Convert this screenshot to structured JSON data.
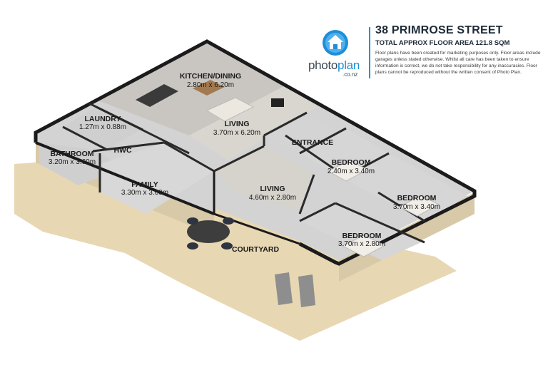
{
  "header": {
    "street": "38 PRIMROSE STREET",
    "area": "TOTAL APPROX FLOOR AREA 121.8 SQM",
    "disclaimer": "Floor plans have been created for marketing purposes only. Floor areas include garages unless stated otherwise. Whilst all care has been taken to ensure information is correct, we do not take responsibility for any inaccuracies. Floor plans cannot be reproduced without the written consent of Photo Plan."
  },
  "logo": {
    "icon": "house-icon",
    "name_part1": "photo",
    "name_part2": "plan",
    "domain": ".co.nz",
    "color": "#1f8ed6"
  },
  "rooms": [
    {
      "name": "KITCHEN/DINING",
      "dims": "2.80m x 6.20m"
    },
    {
      "name": "LAUNDRY",
      "dims": "1.27m x 0.88m"
    },
    {
      "name": "LIVING",
      "dims": "3.70m x 6.20m"
    },
    {
      "name": "ENTRANCE",
      "dims": ""
    },
    {
      "name": "BATHROOM",
      "dims": "3.20m x 3.60m"
    },
    {
      "name": "HWC",
      "dims": ""
    },
    {
      "name": "BEDROOM",
      "dims": "2.40m x 3.40m"
    },
    {
      "name": "FAMILY",
      "dims": "3.30m x 3.60m"
    },
    {
      "name": "LIVING",
      "dims": "4.60m x 2.80m"
    },
    {
      "name": "BEDROOM",
      "dims": "3.70m x 3.40m"
    },
    {
      "name": "BEDROOM",
      "dims": "3.70m x 2.80m"
    },
    {
      "name": "COURTYARD",
      "dims": ""
    }
  ],
  "colors": {
    "floor": "#d6d6d6",
    "wall_top": "#1b1b1b",
    "courtyard": "#e8d7b3",
    "wall_side": "#d8c9a8"
  }
}
